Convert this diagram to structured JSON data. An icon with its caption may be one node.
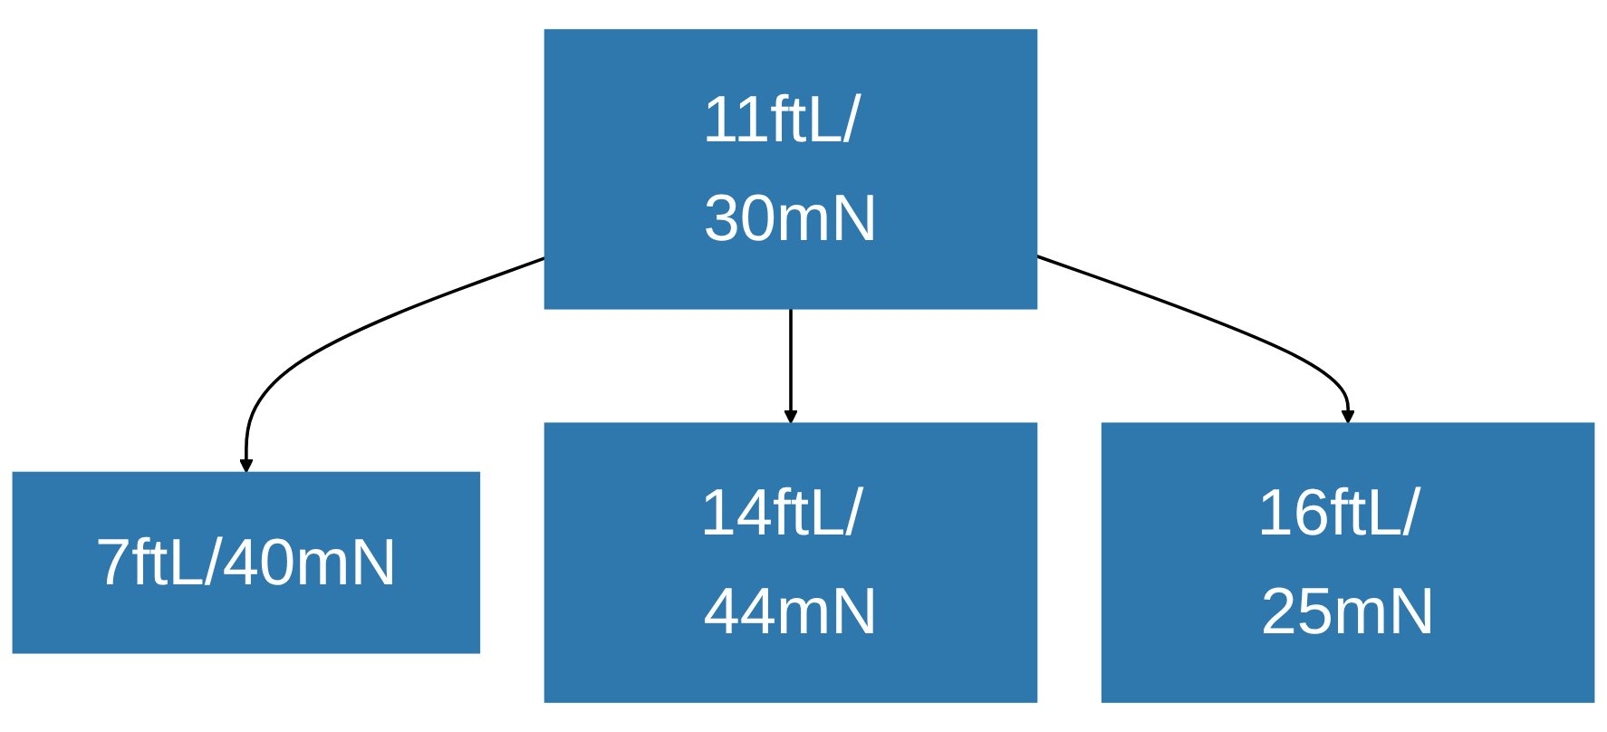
{
  "diagram": {
    "nodes": [
      {
        "text": [
          "11ftL/ 30mN"
        ]
      },
      {
        "text": [
          "7ftL/40mN"
        ]
      },
      {
        "text": [
          "14ftL/ 44mN"
        ]
      },
      {
        "text": [
          "16ftL/ 25mN"
        ]
      }
    ],
    "edges": [
      {
        "from": 0,
        "to": 1,
        "arrow": "to"
      },
      {
        "from": 0,
        "to": 2,
        "arrow": "to"
      },
      {
        "from": 0,
        "to": 3,
        "arrow": "to"
      }
    ]
  }
}
